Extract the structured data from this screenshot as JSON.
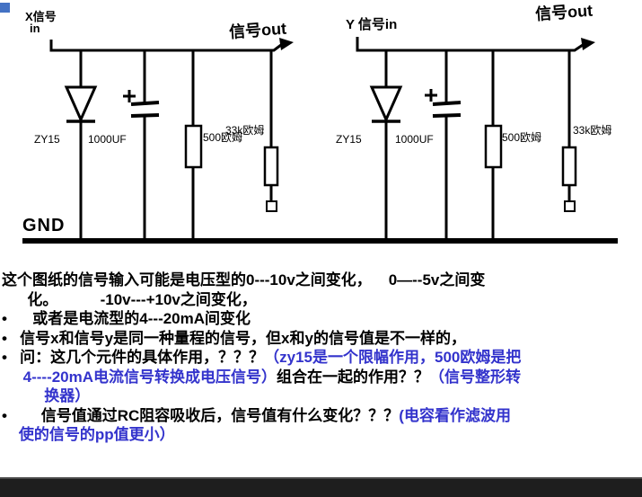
{
  "slide": {
    "colors": {
      "background": "#ffffff",
      "text": "#000000",
      "highlight": "#3333cc",
      "bottom_bar": "#1e1e1e",
      "handle": "#4472c4"
    }
  },
  "circuits": {
    "left": {
      "input_line1": "X信号",
      "input_line2": "in",
      "output": "信号out",
      "zener": "ZY15",
      "capacitor": "1000UF",
      "resistor1": "500欧姆",
      "resistor2": "33k欧姆"
    },
    "right": {
      "input": "Y 信号in",
      "output": "信号out",
      "zener": "ZY15",
      "capacitor": "1000UF",
      "resistor1": "500欧姆",
      "resistor2": "33k欧姆"
    },
    "ground": "GND"
  },
  "notes": {
    "lines": [
      {
        "segments": [
          {
            "t": "这个图纸的信号输入可能是电压型的0---10v之间变化，    0—--5v之间变",
            "c": "k"
          }
        ]
      },
      {
        "segments": [
          {
            "t": "      化。          -10v---+10v之间变化，",
            "c": "k"
          }
        ]
      },
      {
        "segments": [
          {
            "t": "•      或者是电流型的4---20mA间变化",
            "c": "k"
          }
        ]
      },
      {
        "segments": [
          {
            "t": "•   信号x和信号y是同一种量程的信号，但x和y的信号值是不一样的，",
            "c": "k"
          }
        ]
      },
      {
        "segments": [
          {
            "t": "•   问：这几个元件的具体作用，？？？",
            "c": "k"
          },
          {
            "t": "（zy15是一个限幅作用，500欧姆是把",
            "c": "b"
          }
        ]
      },
      {
        "segments": [
          {
            "t": "     4----20mA电流信号转换成电压信号）",
            "c": "b"
          },
          {
            "t": "组合在一起的作用？？",
            "c": "k"
          },
          {
            "t": "（信号整形转",
            "c": "b"
          }
        ]
      },
      {
        "segments": [
          {
            "t": "          换器）",
            "c": "b"
          }
        ]
      },
      {
        "segments": [
          {
            "t": "•        信号值通过RC阻容吸收后，信号值有什么变化？？？",
            "c": "k"
          },
          {
            "t": "(电容看作滤波用",
            "c": "b"
          }
        ]
      },
      {
        "segments": [
          {
            "t": "    使的信号的pp值更小）",
            "c": "b"
          }
        ]
      }
    ]
  }
}
